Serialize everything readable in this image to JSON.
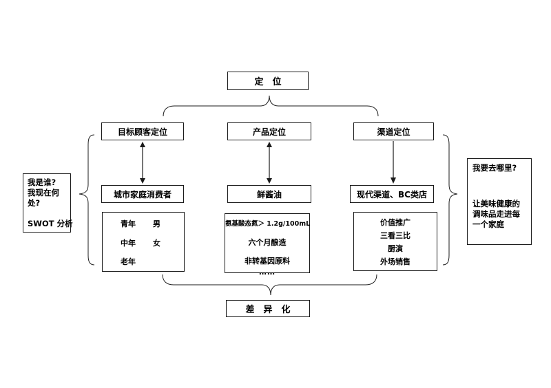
{
  "diagram": {
    "top_box": "定　位",
    "bottom_box": "差　异　化",
    "left_note": {
      "line1": "我是谁?",
      "line2": "我现在何处?",
      "line3": "SWOT 分析"
    },
    "right_note": {
      "question": "我要去哪里?",
      "answer": "让美味健康的调味品走进每一个家庭"
    },
    "columns": [
      {
        "header": "目标顾客定位",
        "core": "城市家庭消费者",
        "detail_rows": [
          {
            "c1": "青年",
            "c2": "男"
          },
          {
            "c1": "中年",
            "c2": "女"
          },
          {
            "c1": "老年",
            "c2": ""
          }
        ]
      },
      {
        "header": "产品定位",
        "core": "鲜酱油",
        "detail_lines": [
          "氨基酸态氮＞ 1.2g/100mL",
          "六个月酿造",
          "非转基因原料",
          "……"
        ]
      },
      {
        "header": "渠道定位",
        "core": "现代渠道、BC类店",
        "detail_lines": [
          "价值推广",
          "三看三比",
          "厨演",
          "外场销售"
        ]
      }
    ],
    "colors": {
      "line": "#1a1a1a",
      "background": "#ffffff",
      "text": "#000000"
    }
  }
}
